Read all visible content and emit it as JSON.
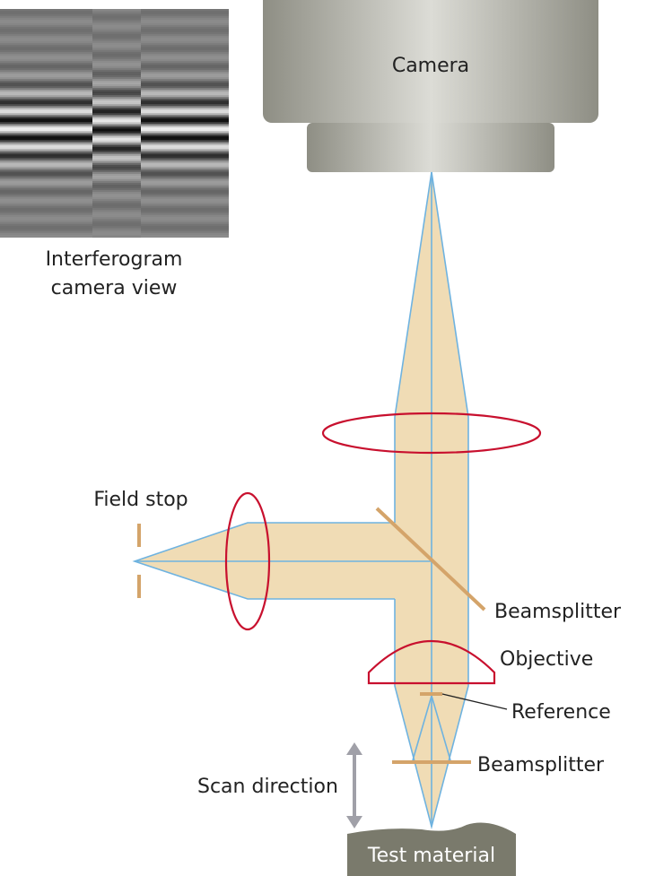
{
  "interferogram": {
    "caption_line1": "Interferogram",
    "caption_line2": "camera view"
  },
  "labels": {
    "camera": "Camera",
    "field_stop": "Field stop",
    "beamsplitter_upper": "Beamsplitter",
    "objective": "Objective",
    "reference": "Reference",
    "beamsplitter_lower": "Beamsplitter",
    "scan_direction": "Scan direction",
    "test_material": "Test material"
  },
  "colors": {
    "beam": "#f0dcb5",
    "ray": "#6fb3e0",
    "lens": "#c8102e",
    "optic": "#d4a46a",
    "camera": "#a8a89e",
    "material": "#7a7a6c",
    "arrow": "#a0a0a8"
  }
}
